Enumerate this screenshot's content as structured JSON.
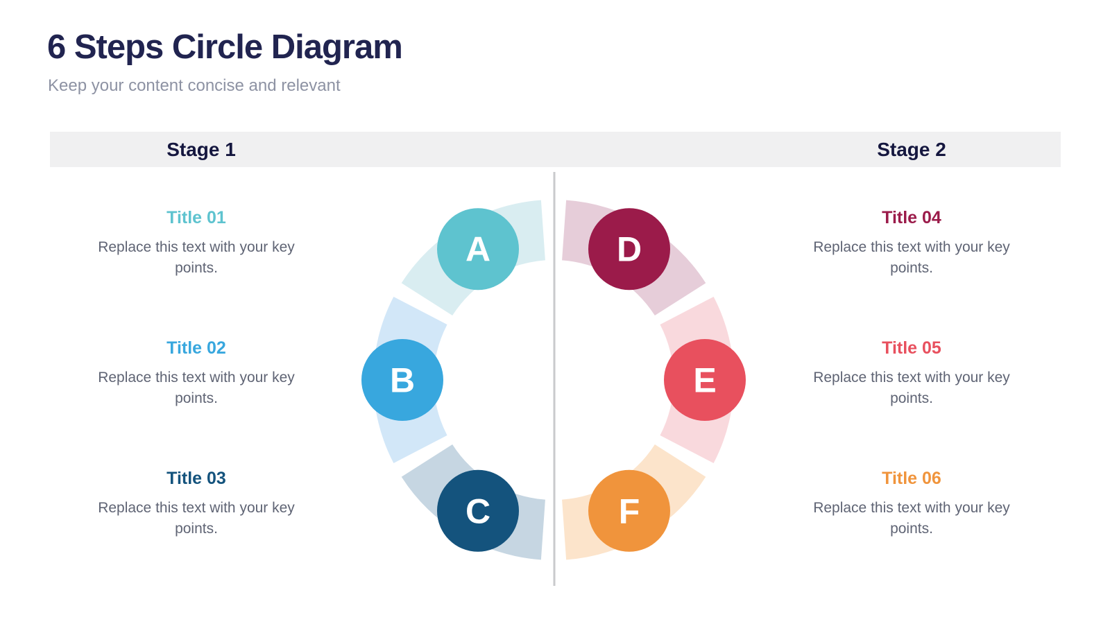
{
  "header": {
    "title": "6 Steps Circle Diagram",
    "subtitle": "Keep your content concise and relevant"
  },
  "stage_bar": {
    "stage1_label": "Stage 1",
    "stage2_label": "Stage 2"
  },
  "steps": [
    {
      "letter": "A",
      "title": "Title 01",
      "body": "Replace this text with your key points.",
      "color": "#5ec3cf",
      "segment_color": "#d9edf1",
      "angle": 120,
      "side": "left"
    },
    {
      "letter": "B",
      "title": "Title 02",
      "body": "Replace this text with your key points.",
      "color": "#38a7de",
      "segment_color": "#d2e7f8",
      "angle": 180,
      "side": "left"
    },
    {
      "letter": "C",
      "title": "Title 03",
      "body": "Replace this text with your key points.",
      "color": "#14537d",
      "segment_color": "#c6d6e2",
      "angle": 240,
      "side": "left"
    },
    {
      "letter": "D",
      "title": "Title 04",
      "body": "Replace this text with your key points.",
      "color": "#9b1b4a",
      "segment_color": "#e6cdd9",
      "angle": 60,
      "side": "right"
    },
    {
      "letter": "E",
      "title": "Title 05",
      "body": "Replace this text with your key points.",
      "color": "#e8505e",
      "segment_color": "#f9d9dd",
      "angle": 0,
      "side": "right"
    },
    {
      "letter": "F",
      "title": "Title 06",
      "body": "Replace this text with your key points.",
      "color": "#f0943c",
      "segment_color": "#fce4cb",
      "angle": 300,
      "side": "right"
    }
  ],
  "colors": {
    "page_title": "#212450",
    "subtitle": "#8d92a3",
    "stage_bar_bg": "#f0f0f1",
    "stage_label": "#15173f",
    "body_text": "#5f6474",
    "divider_line": "#c9cacc",
    "circle_letter": "#ffffff"
  }
}
